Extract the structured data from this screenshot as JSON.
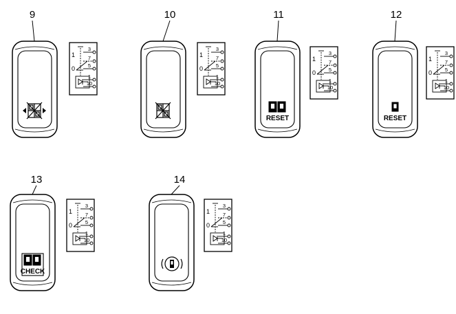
{
  "switches": [
    {
      "callout": "9",
      "symbol": "diff-lock-arrows-icon",
      "label": "",
      "schematic": {
        "pins": [
          "3",
          "7",
          "5",
          "1",
          "10"
        ],
        "positions": [
          "1",
          "0"
        ]
      }
    },
    {
      "callout": "10",
      "symbol": "diff-lock-icon",
      "label": "",
      "schematic": {
        "pins": [
          "3",
          "7",
          "5",
          "1",
          "10"
        ],
        "positions": [
          "1",
          "0"
        ]
      }
    },
    {
      "callout": "11",
      "symbol": "double-unit-icon",
      "label": "RESET",
      "schematic": {
        "pins": [
          "3",
          "7",
          "5",
          "1",
          "10"
        ],
        "positions": [
          "1",
          "0"
        ]
      }
    },
    {
      "callout": "12",
      "symbol": "single-unit-icon",
      "label": "RESET",
      "schematic": {
        "pins": [
          "3",
          "7",
          "5",
          "1",
          "10"
        ],
        "positions": [
          "1",
          "0"
        ]
      }
    },
    {
      "callout": "13",
      "symbol": "double-unit-icon",
      "label": "CHECK",
      "schematic": {
        "pins": [
          "3",
          "7",
          "5",
          "1",
          "10"
        ],
        "positions": [
          "1",
          "0"
        ]
      }
    },
    {
      "callout": "14",
      "symbol": "brake-warning-icon",
      "label": "",
      "schematic": {
        "pins": [
          "3",
          "7",
          "5",
          "1",
          "10"
        ],
        "positions": [
          "1",
          "0"
        ]
      }
    }
  ]
}
